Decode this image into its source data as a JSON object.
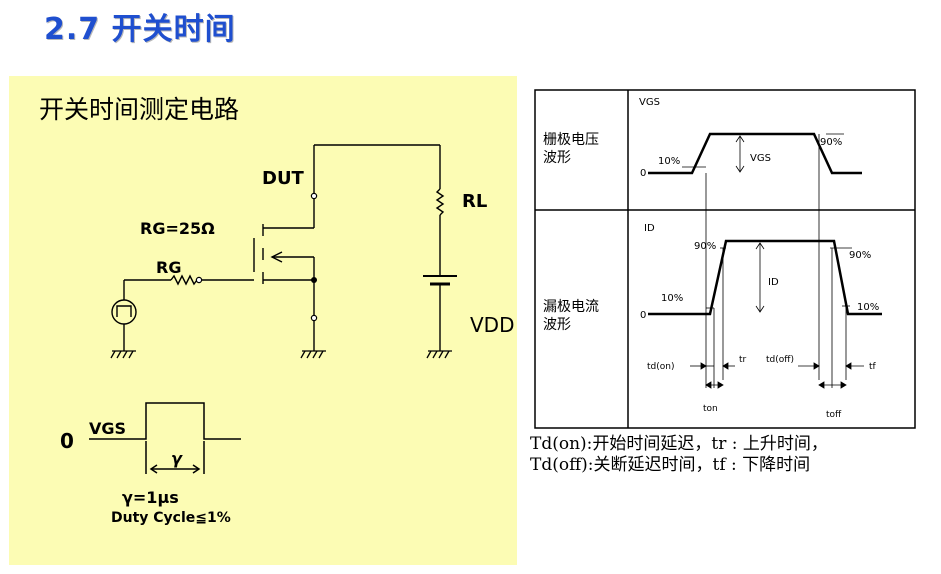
{
  "slide": {
    "title": "2.7 开关时间"
  },
  "circuit": {
    "heading": "开关时间测定电路",
    "dut_label": "DUT",
    "rg_value_label": "RG=25Ω",
    "rg_label": "RG",
    "rl_label": "RL",
    "vdd_label": "VDD"
  },
  "gate_pulse": {
    "zero_label": "0",
    "vgs_label": "VGS",
    "gamma_symbol": "γ",
    "pulse_width_text": "γ=1μs",
    "duty_cycle_text": "Duty Cycle≦1%"
  },
  "waveforms": {
    "gate_row_label_1": "栅极电压",
    "gate_row_label_2": "波形",
    "gate_axis_label": "VGS",
    "gate_zero": "0",
    "gate_10pct": "10%",
    "gate_90pct": "90%",
    "gate_amplitude_label": "VGS",
    "drain_row_label_1": "漏极电流",
    "drain_row_label_2": "波形",
    "drain_axis_label": "ID",
    "drain_zero": "0",
    "drain_10pct_left": "10%",
    "drain_90pct_left": "90%",
    "drain_90pct_right": "90%",
    "drain_10pct_right": "10%",
    "drain_amplitude_label": "ID",
    "td_on_label": "td(on)",
    "tr_label": "tr",
    "td_off_label": "td(off)",
    "tf_label": "tf",
    "ton_label": "ton",
    "toff_label": "toff"
  },
  "caption": {
    "line1": "Td(on):开始时间延迟，tr : 上升时间，",
    "line2": "Td(off):关断延迟时间，tf : 下降时间"
  }
}
